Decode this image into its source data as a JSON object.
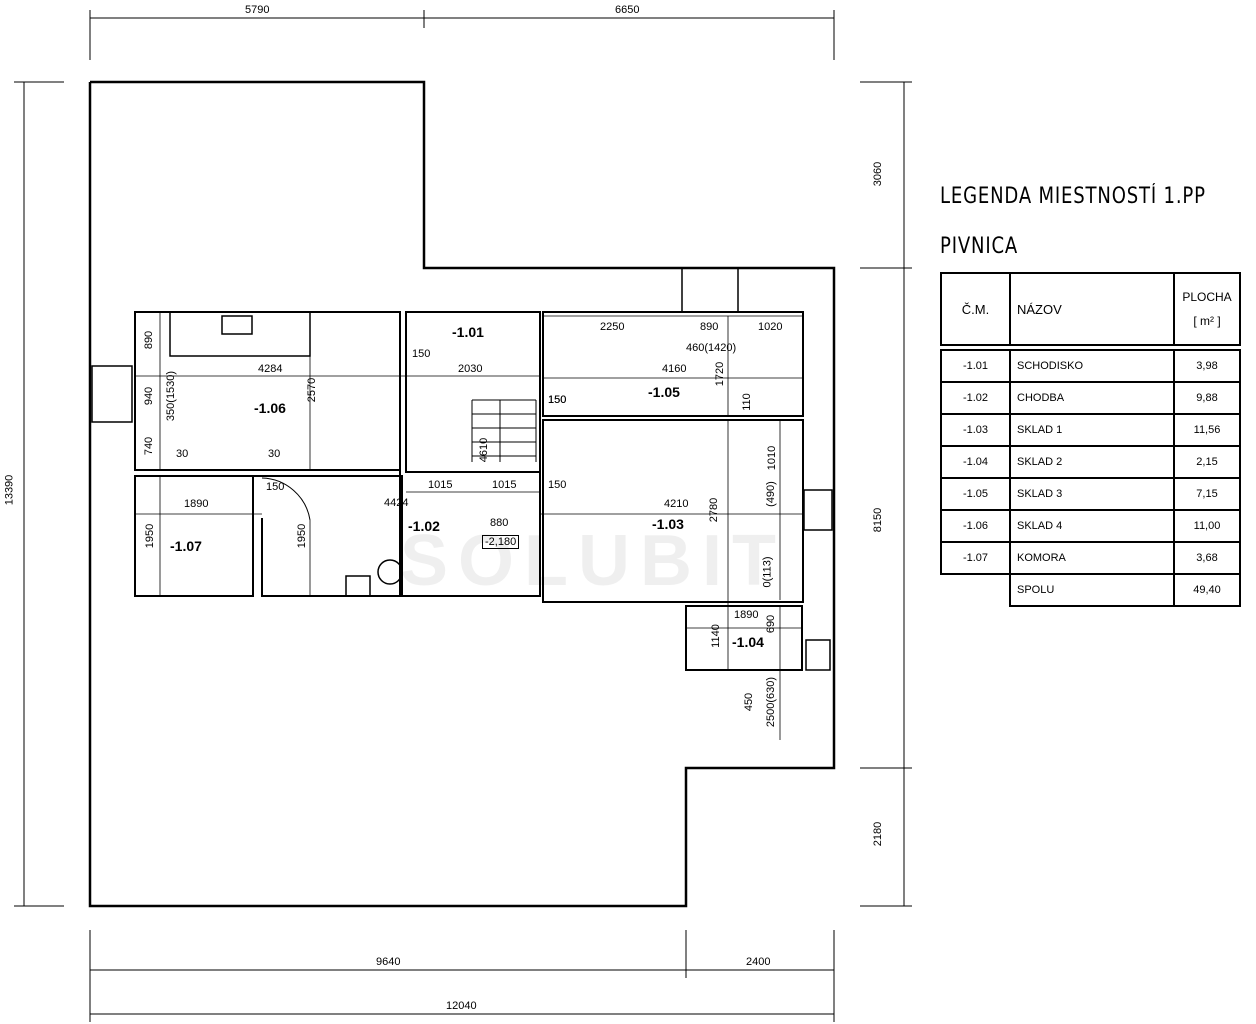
{
  "plan": {
    "top_dims": [
      "5790",
      "6650"
    ],
    "left_dim": "13390",
    "right_dims": [
      "3060",
      "8150",
      "2180"
    ],
    "bottom_dims": [
      "9640",
      "2400"
    ],
    "bottom_total": "12040",
    "rooms": [
      {
        "id": "-1.01"
      },
      {
        "id": "-1.02"
      },
      {
        "id": "-1.03"
      },
      {
        "id": "-1.04"
      },
      {
        "id": "-1.05"
      },
      {
        "id": "-1.06"
      },
      {
        "id": "-1.07"
      }
    ],
    "inner_dims": {
      "d890a": "890",
      "d940": "940",
      "d350": "350(1530)",
      "d740": "740",
      "d4284": "4284",
      "d2570": "2570",
      "d30a": "30",
      "d30b": "30",
      "d150a": "150",
      "d2030": "2030",
      "d4610": "4610",
      "d1015a": "1015",
      "d1015b": "1015",
      "d150b": "150",
      "d2250": "2250",
      "d890b": "890",
      "d1020": "1020",
      "d460": "460(1420)",
      "d4160": "4160",
      "d1720": "1720",
      "d150c": "150",
      "d110": "110",
      "d1890a": "1890",
      "d150d": "150",
      "d1950a": "1950",
      "d1950b": "1950",
      "d4424": "4424",
      "d880": "880",
      "d2180": "-2,180",
      "d150e": "150",
      "d4210": "4210",
      "d2780": "2780",
      "d1010": "1010",
      "d490": "(490)",
      "d0113": "0(113)",
      "d1890b": "1890",
      "d690": "690",
      "d1140": "1140",
      "d450": "450",
      "d2500": "2500(630)"
    }
  },
  "legend": {
    "title": "LEGENDA MIESTNOSTÍ 1.PP",
    "subtitle": "PIVNICA",
    "headers": {
      "num": "Č.M.",
      "name": "NÁZOV",
      "area": "PLOCHA",
      "unit": "[ m² ]"
    },
    "rows": [
      {
        "num": "-1.01",
        "name": "SCHODISKO",
        "area": "3,98"
      },
      {
        "num": "-1.02",
        "name": "CHODBA",
        "area": "9,88"
      },
      {
        "num": "-1.03",
        "name": "SKLAD 1",
        "area": "11,56"
      },
      {
        "num": "-1.04",
        "name": "SKLAD 2",
        "area": "2,15"
      },
      {
        "num": "-1.05",
        "name": "SKLAD 3",
        "area": "7,15"
      },
      {
        "num": "-1.06",
        "name": "SKLAD 4",
        "area": "11,00"
      },
      {
        "num": "-1.07",
        "name": "KOMORA",
        "area": "3,68"
      }
    ],
    "total": {
      "name": "SPOLU",
      "area": "49,40"
    }
  },
  "watermark": "SOLUBIT"
}
